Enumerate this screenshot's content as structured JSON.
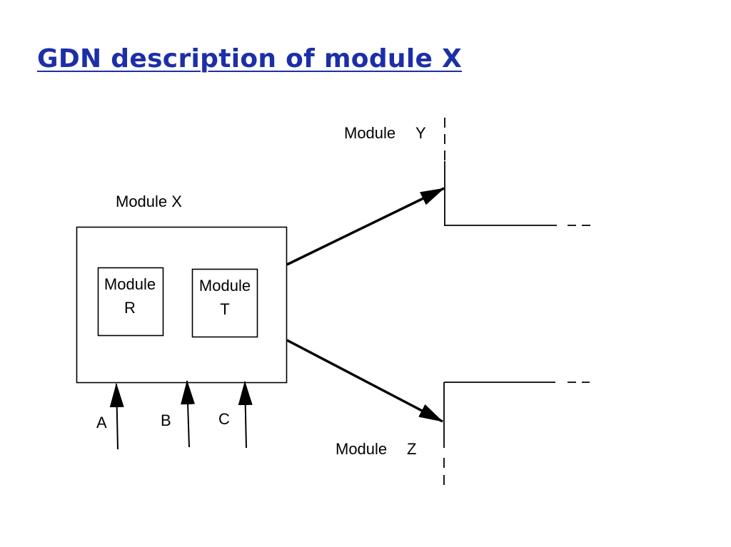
{
  "title": "GDN description of module X",
  "module_x": {
    "label": "Module X"
  },
  "module_r": {
    "line1": "Module",
    "line2": "R"
  },
  "module_t": {
    "line1": "Module",
    "line2": "T"
  },
  "module_y": {
    "label_word": "Module",
    "label_letter": "Y"
  },
  "module_z": {
    "label_word": "Module",
    "label_letter": "Z"
  },
  "inputs": [
    {
      "label": "A"
    },
    {
      "label": "B"
    },
    {
      "label": "C"
    }
  ],
  "colors": {
    "title": "#1c2fa8",
    "lines": "#000000"
  }
}
